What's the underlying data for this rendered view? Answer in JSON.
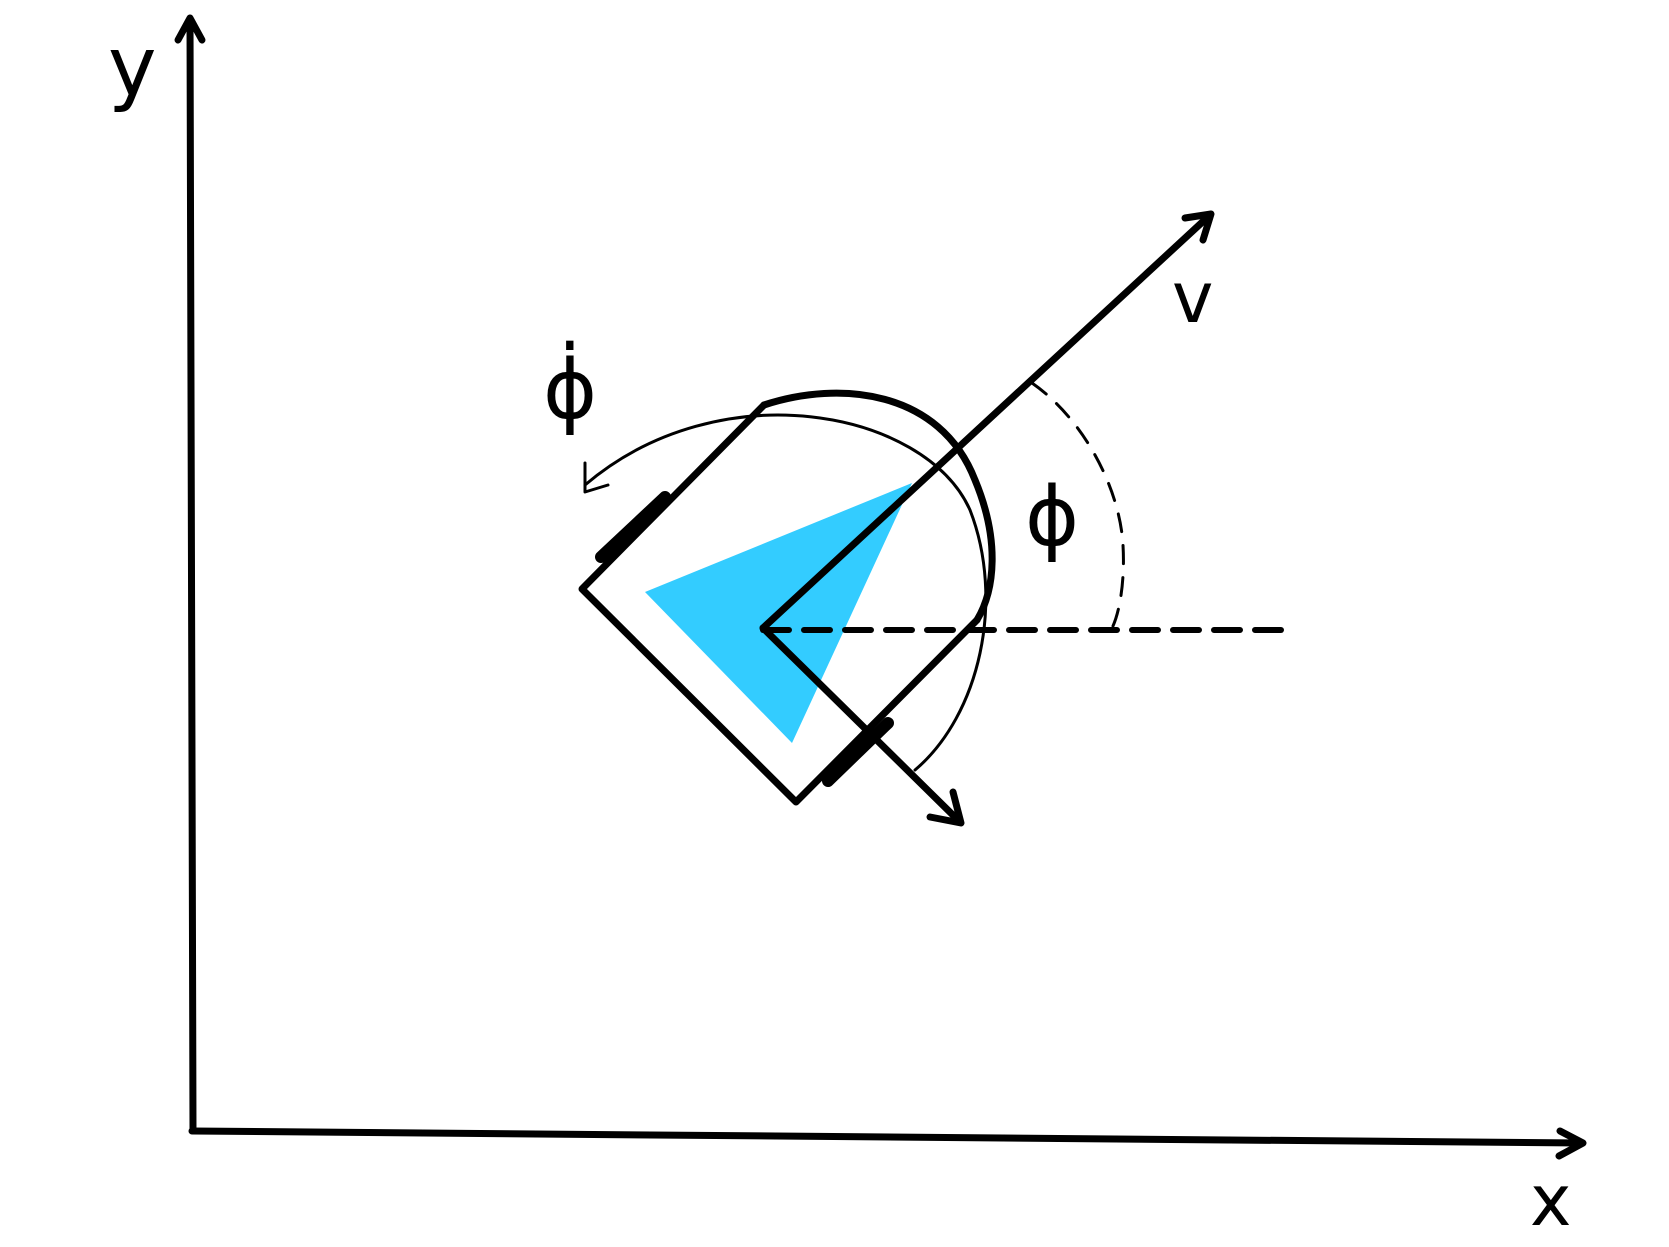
{
  "labels": {
    "x_axis": "x",
    "y_axis": "y",
    "velocity": "v",
    "heading_angle": "ϕ",
    "angular_velocity": "ϕ̇"
  },
  "colors": {
    "ink": "#000000",
    "robot_triangle": "#33CCFF",
    "background": "#FFFFFF"
  }
}
